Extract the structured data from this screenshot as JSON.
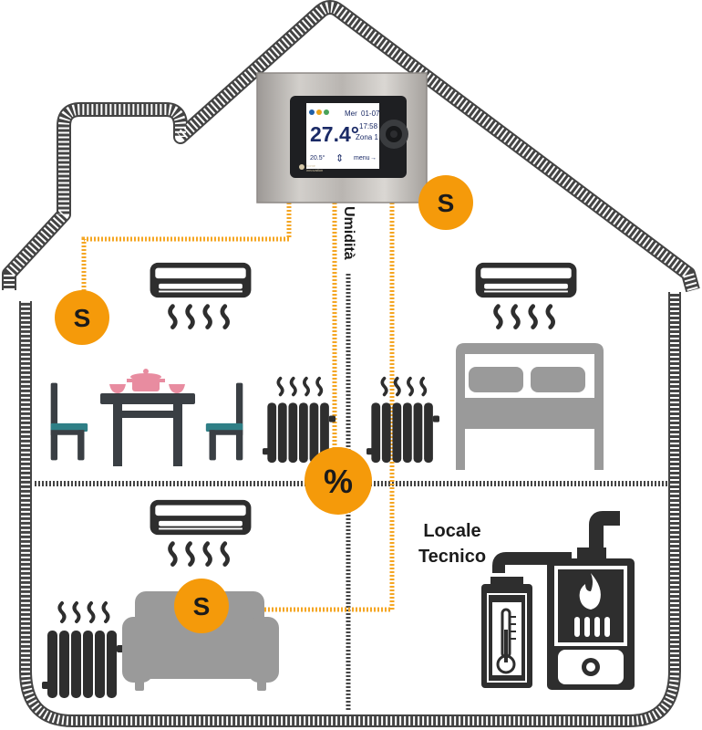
{
  "thermostat": {
    "day": "Mer",
    "date": "01-07",
    "time": "17:58",
    "temperature": "27.4°",
    "zone": "Zona 1",
    "setpoint": "20.5°",
    "menu": "menu",
    "brand_line1": "home",
    "brand_line2": "innovation"
  },
  "labels": {
    "humidity": "Umidità",
    "technical_room_line1": "Locale",
    "technical_room_line2": "Tecnico",
    "humidity_symbol": "%",
    "sensor_symbol": "S"
  },
  "colors": {
    "house_outline": "#444444",
    "sensor_fill": "#f59a0a",
    "wire": "#f4a623",
    "dark": "#2e2e2e",
    "chair": "#2f7f86",
    "furniture_gray": "#9a9a9a",
    "pot": "#e88ca0",
    "frame": "#c6c3c0"
  },
  "icons": [
    "house-outline",
    "thermostat-panel",
    "air-conditioner-icon",
    "radiator-icon",
    "dining-table-icon",
    "chair-icon",
    "bed-icon",
    "sofa-icon",
    "boiler-icon",
    "water-heater-icon",
    "sensor-icon",
    "humidity-sensor-icon"
  ]
}
